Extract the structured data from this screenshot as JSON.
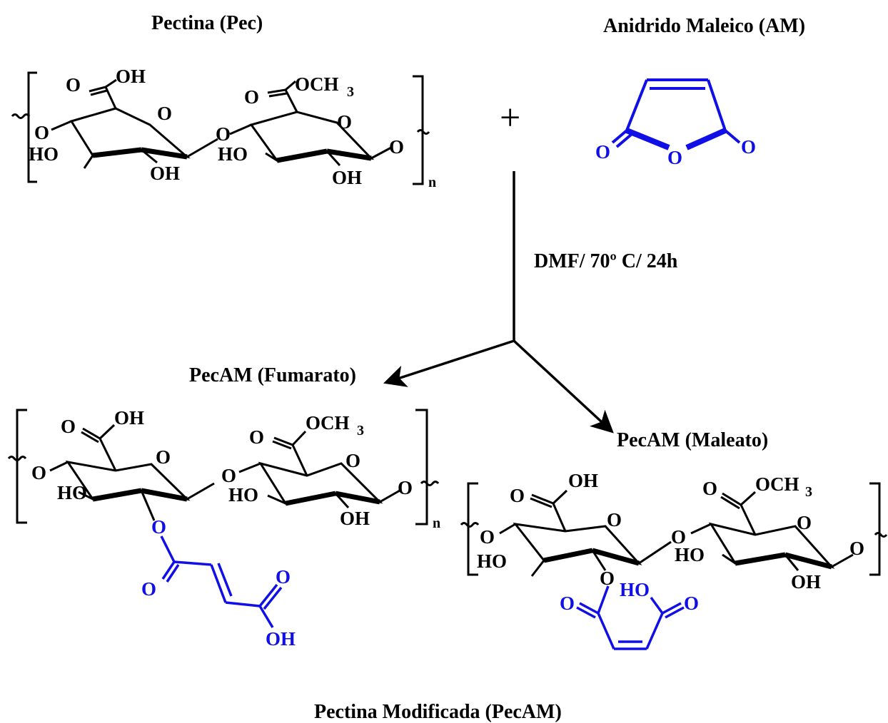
{
  "labels": {
    "pectin": "Pectina (Pec)",
    "maleic_anhydride": "Anidrido Maleico (AM)",
    "plus": "+",
    "conditions": "DMF/ 70º C/ 24h",
    "fumarate_product": "PecAM (Fumarato)",
    "maleate_product": "PecAM (Maleato)",
    "modified_pectin": "Pectina Modificada (PecAM)"
  },
  "atoms": {
    "oh": "OH",
    "ho": "HO",
    "o": "O",
    "och": "OCH",
    "three": "3",
    "n": "n"
  },
  "colors": {
    "structure": "#000000",
    "highlight": "#1010e6"
  }
}
